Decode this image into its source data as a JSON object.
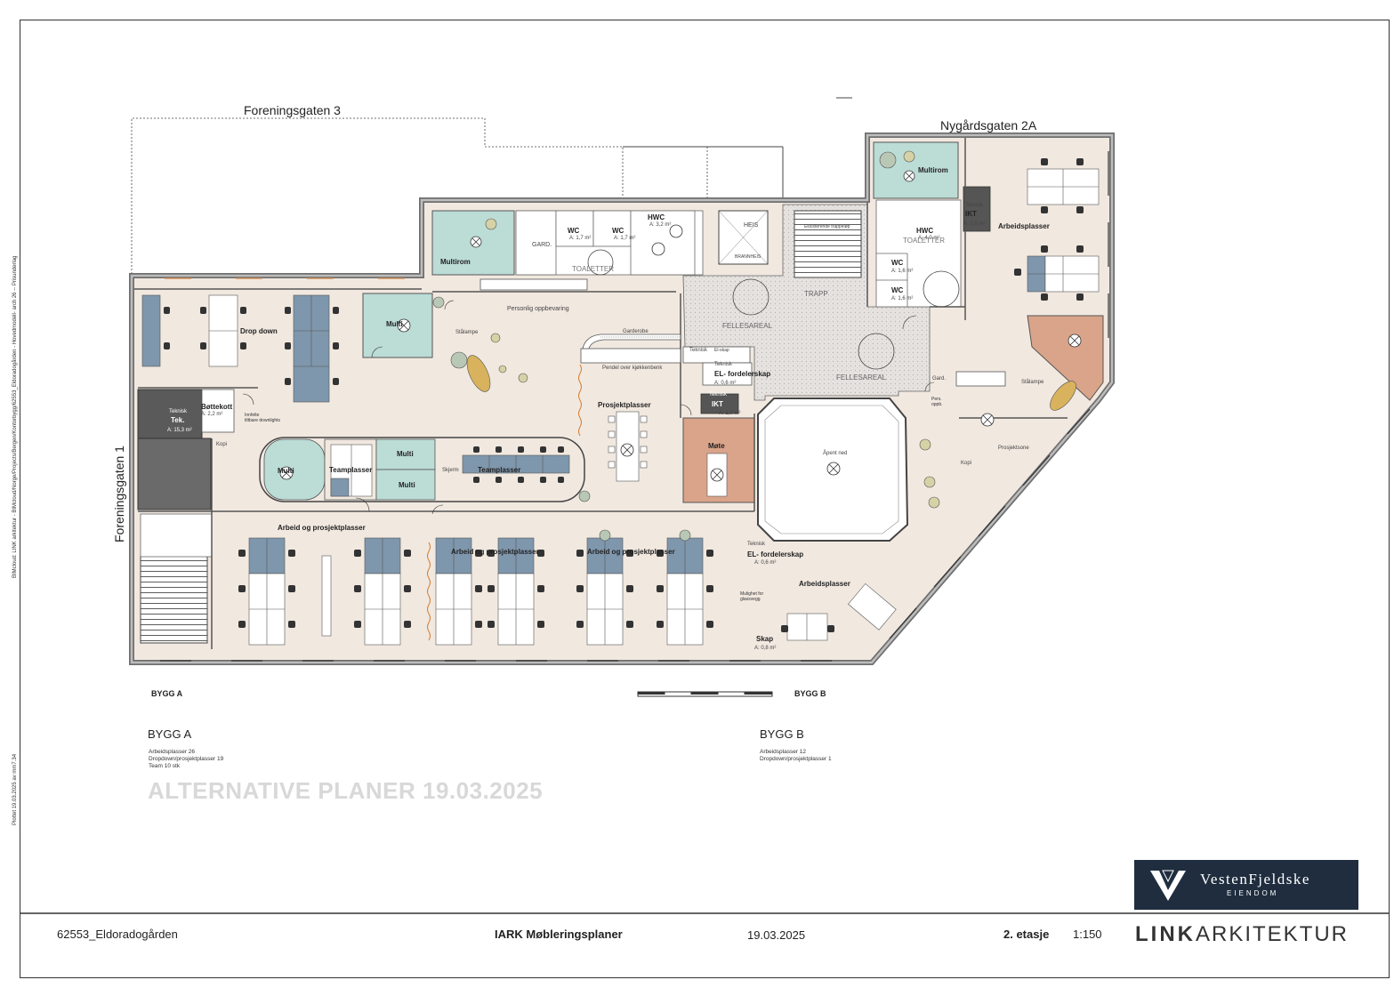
{
  "streets": {
    "north_a": "Foreningsgaten 3",
    "north_b": "Nygårdsgaten 2A",
    "west": "Foreningsgaten 1"
  },
  "side_notes": {
    "path": "BIMcloud: LINK arkitektur - BIMcloud/Norge/Projects/Bergen/Kontorbygg/62553_Eldoradogården - Hovedmodell- arch 26 -- Prisunderlag",
    "plotted": "Plottet 19.03.2025 av mm7.34"
  },
  "rooms": {
    "multirom_a": "Multirom",
    "gard": "GARD.",
    "wc1": "WC",
    "wc1_area": "A: 1,7 m²",
    "wc2": "WC",
    "wc2_area": "A: 1,7 m²",
    "hwc_a": "HWC",
    "hwc_a_area": "A: 3,2 m²",
    "toaletter_a": "TOALETTER",
    "heis": "HEIS",
    "trapp": "TRAPP",
    "fellesareal_1": "FELLESAREAL",
    "fellesareal_2": "FELLESAREAL",
    "multirom_b": "Multirom",
    "teknisk_ikt_b": "Teknisk",
    "ikt_b": "IKT",
    "ikt_b_area": "A: 2,0 m²",
    "hwc_b": "HWC",
    "hwc_b_area": "A: 4,0 m²",
    "toaletter_b": "TOALETTER",
    "wc_b1": "WC",
    "wc_b1_area": "A: 1,6 m²",
    "wc_b2": "WC",
    "wc_b2_area": "A: 1,6 m²",
    "arbeidsplasser_ne": "Arbeidsplasser",
    "drop_down": "Drop down",
    "multi_1": "Multi",
    "stalampe_1": "Stålampe",
    "personlig": "Personlig oppbevaring",
    "garderobe": "Garderobe",
    "pendel": "Pendel over kjøkkenbenk",
    "teknisk_el1": "Teknisk",
    "el1": "EL- fordelerskap",
    "el1_area": "A: 0,6 m²",
    "teknisk_ikt2": "Teknisk",
    "ikt2": "IKT",
    "ikt2_area": "A: 1,0 m²",
    "teknisk_small": "Teknisk",
    "el_small": "El-skap",
    "teknisk_tek": "Teknisk",
    "tek": "Tek.",
    "tek_area": "A: 15,3 m²",
    "bottekott": "Bøttekott",
    "bottekott_area": "A: 2,2 m²",
    "innfelte": "Innfelte\ntiltbare downlights",
    "kopi_1": "Kopi",
    "prosjektplasser": "Prosjektplasser",
    "multi_2": "Multi",
    "teamplasser_1": "Teamplasser",
    "multi_3": "Multi",
    "multi_4": "Multi",
    "skjerm": "Skjerm",
    "teamplasser_2": "Teamplasser",
    "mote": "Møte",
    "apent_ned": "Åpent ned",
    "stalampe_2": "Stålampe",
    "kopi_2": "Kopi",
    "prosjektsone": "Prosjektsone",
    "gard_b": "Gard.",
    "pers_b": "Pers.\noppb.",
    "arbeid_prosjekt_1": "Arbeid og prosjektplasser",
    "arbeid_prosjekt_2": "Arbeid og prosjektplasser",
    "arbeid_prosjekt_3": "Arbeid og prosjektplasser",
    "teknisk_el2": "Teknisk",
    "el2": "EL- fordelerskap",
    "el2_area": "A: 0,6 m²",
    "arbeidsplasser_se": "Arbeidsplasser",
    "mulighet": "Mulighet for\nglassvegg",
    "skap": "Skap",
    "skap_area": "A: 0,8 m²",
    "eksisterende": "Eksisterende trappeløp",
    "heis_note": "BRANNHEIS"
  },
  "bygg": {
    "label_a": "BYGG A",
    "label_b": "BYGG B",
    "title_a": "BYGG A",
    "title_b": "BYGG B",
    "stats_a": "Arbeidsplasser 26\nDropdown/prosjektplasser 19\nTeam 10 stk",
    "stats_b": "Arbeidsplasser 12\nDropdown/prosjektplasser 1"
  },
  "watermark": "ALTERNATIVE PLANER 19.03.2025",
  "title_block": {
    "project": "62553_Eldoradogården",
    "title": "IARK Møbleringsplaner",
    "date": "19.03.2025",
    "floor": "2. etasje",
    "scale": "1:150"
  },
  "logos": {
    "client_name": "VestenFjeldske",
    "client_sub": "EIENDOM",
    "architect_bold": "LINK",
    "architect_rest": "ARKITEKTUR"
  },
  "colors": {
    "floor": "#f1e8e0",
    "desk": "#7f97ad",
    "multirom": "#bcdcd6",
    "mote": "#d9a48a",
    "tek": "#5a5a5a",
    "wall": "#8a8a8a",
    "logo_bg": "#1f2d3f"
  }
}
